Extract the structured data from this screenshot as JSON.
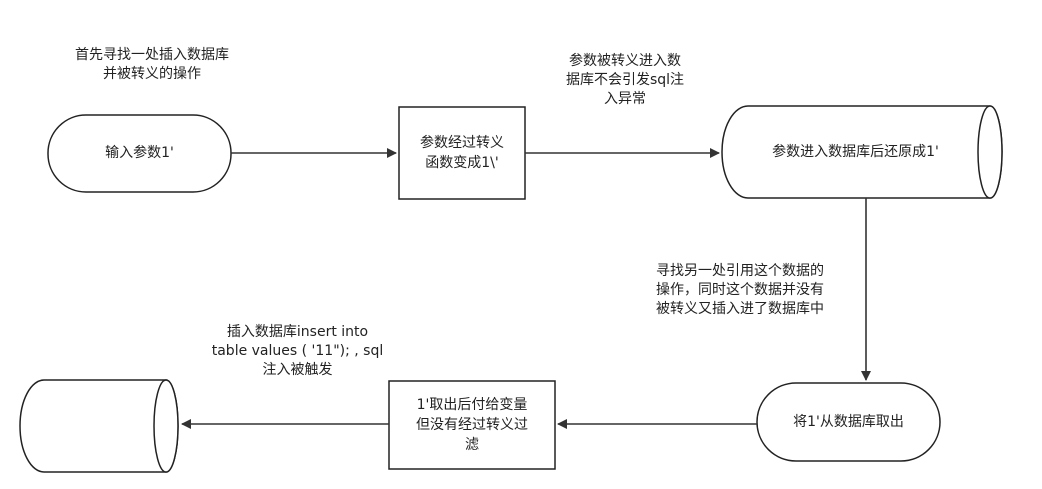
{
  "notes": {
    "top_left": [
      "首先寻找一处插入数据库",
      "并被转义的操作"
    ],
    "top_right": [
      "参数被转义进入数",
      "据库不会引发sql注",
      "入异常"
    ],
    "middle_right": [
      "寻找另一处引用这个数据的",
      "操作，同时这个数据并没有",
      "被转义又插入进了数据库中"
    ],
    "bottom_left": [
      "插入数据库insert into",
      "table values ( '11\"); , sql",
      "注入被触发"
    ]
  },
  "nodes": {
    "input_param": "输入参数1'",
    "escape_func": [
      "参数经过转义",
      "函数变成1\\'"
    ],
    "db_restore": "参数进入数据库后还原成1'",
    "fetch_from_db": "将1'从数据库取出",
    "assign_var": [
      "1'取出后付给变量",
      "但没有经过转义过",
      "滤"
    ],
    "db_final": ""
  }
}
